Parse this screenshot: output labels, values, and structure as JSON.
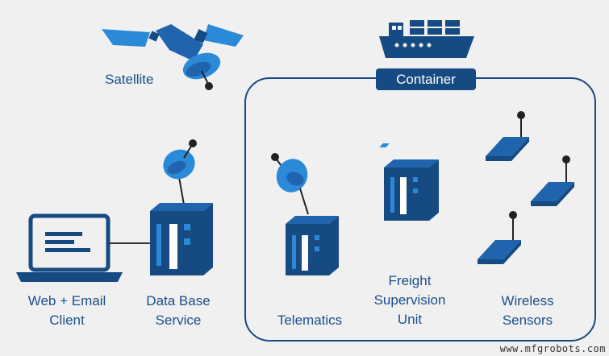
{
  "labels": {
    "satellite": "Satellite",
    "container": "Container",
    "web_email_client": [
      "Web + Email",
      "Client"
    ],
    "database_service": [
      "Data Base",
      "Service"
    ],
    "telematics": "Telematics",
    "freight_supervision_unit": [
      "Freight",
      "Supervision",
      "Unit"
    ],
    "wireless_sensors": [
      "Wireless",
      "Sensors"
    ]
  },
  "watermark": "www.mfgrobots.com",
  "colors": {
    "dark_blue": "#164a82",
    "mid_blue": "#1f64ac",
    "light_blue": "#2a8ad8",
    "text_blue": "#1a4f8b",
    "background": "#f0f0f0"
  }
}
